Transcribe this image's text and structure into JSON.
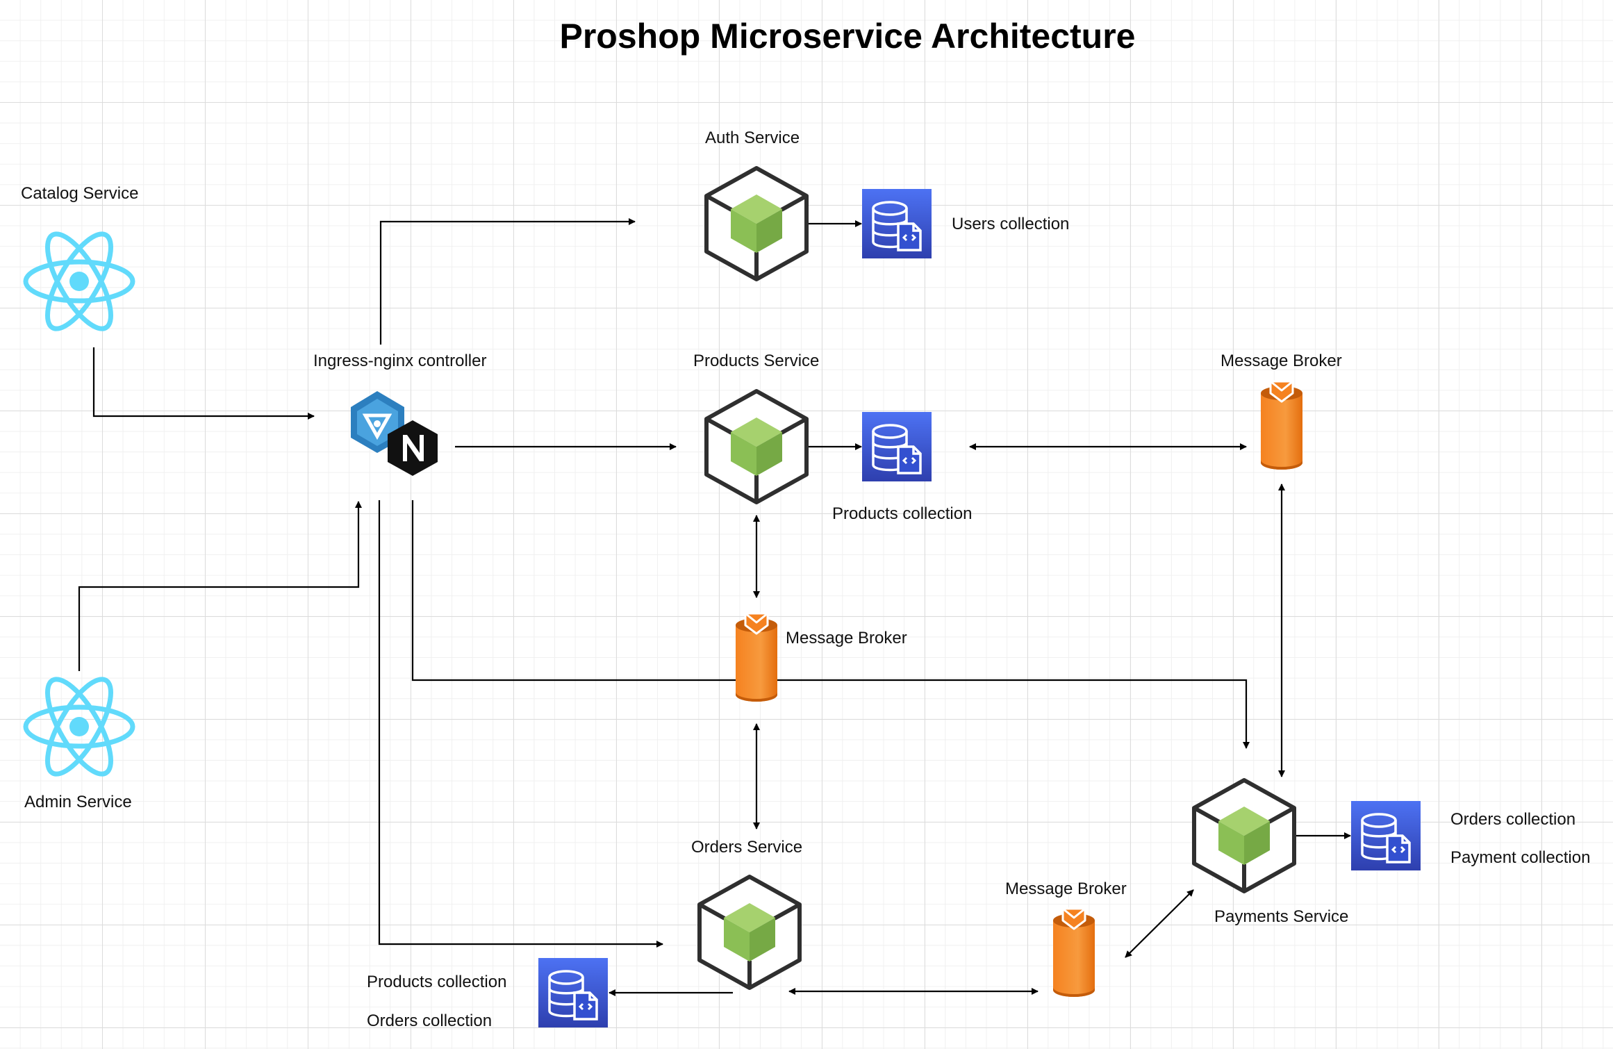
{
  "title": "Proshop Microservice Architecture",
  "colors": {
    "react": "#61DAFB",
    "node_outline": "#2f2f2f",
    "node_green": "#8BBF55",
    "docdb_blue_top": "#4D72F3",
    "docdb_blue_bottom": "#2E3FAE",
    "broker_orange": "#F58220",
    "broker_dark": "#C45C0A",
    "ingress_blue": "#2C7FBF",
    "nginx_black": "#111111"
  },
  "icons": {
    "react": "react-logo-icon",
    "node": "nodejs-hexagon-icon",
    "database": "document-database-icon",
    "broker": "message-broker-cylinder-icon",
    "ingress": "ingress-nginx-icon"
  },
  "nodes": {
    "catalog": {
      "label": "Catalog Service"
    },
    "admin": {
      "label": "Admin Service"
    },
    "ingress": {
      "label": "Ingress-nginx controller"
    },
    "auth": {
      "label": "Auth Service",
      "db_labels": [
        "Users collection"
      ]
    },
    "products": {
      "label": "Products Service",
      "db_labels": [
        "Products collection"
      ]
    },
    "orders": {
      "label": "Orders Service",
      "db_labels": [
        "Products collection",
        "Orders collection"
      ]
    },
    "payments": {
      "label": "Payments Service",
      "db_labels": [
        "Orders collection",
        "Payment collection"
      ]
    },
    "broker_top": {
      "label": "Message Broker"
    },
    "broker_mid": {
      "label": "Message Broker"
    },
    "broker_bottom": {
      "label": "Message Broker"
    }
  }
}
